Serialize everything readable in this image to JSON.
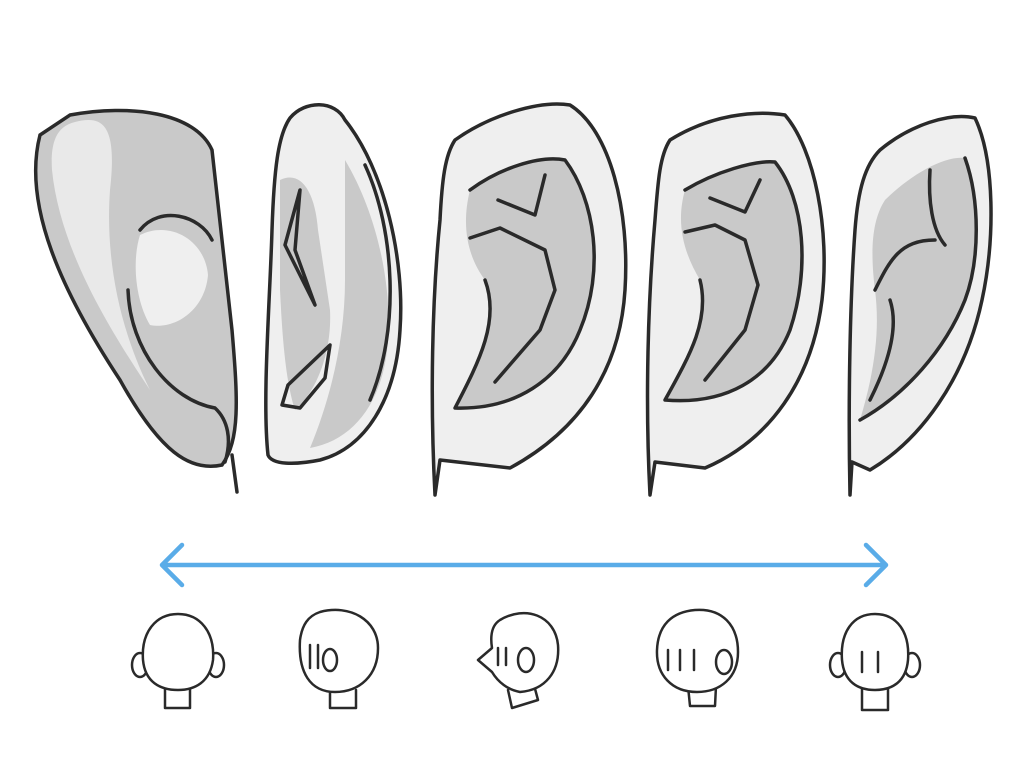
{
  "colors": {
    "arrow": "#5aace8",
    "ear_outer": "#efefef",
    "ear_inner": "#c9c9c9",
    "line": "#2a2a2a"
  },
  "ears": [
    {
      "view": "back"
    },
    {
      "view": "front-side"
    },
    {
      "view": "three-quarter"
    },
    {
      "view": "side"
    },
    {
      "view": "rear-three-quarter"
    }
  ],
  "heads": [
    {
      "view": "front"
    },
    {
      "view": "three-quarter"
    },
    {
      "view": "profile"
    },
    {
      "view": "three-quarter-back"
    },
    {
      "view": "back"
    }
  ],
  "arrow_icon": "double-arrow-icon"
}
